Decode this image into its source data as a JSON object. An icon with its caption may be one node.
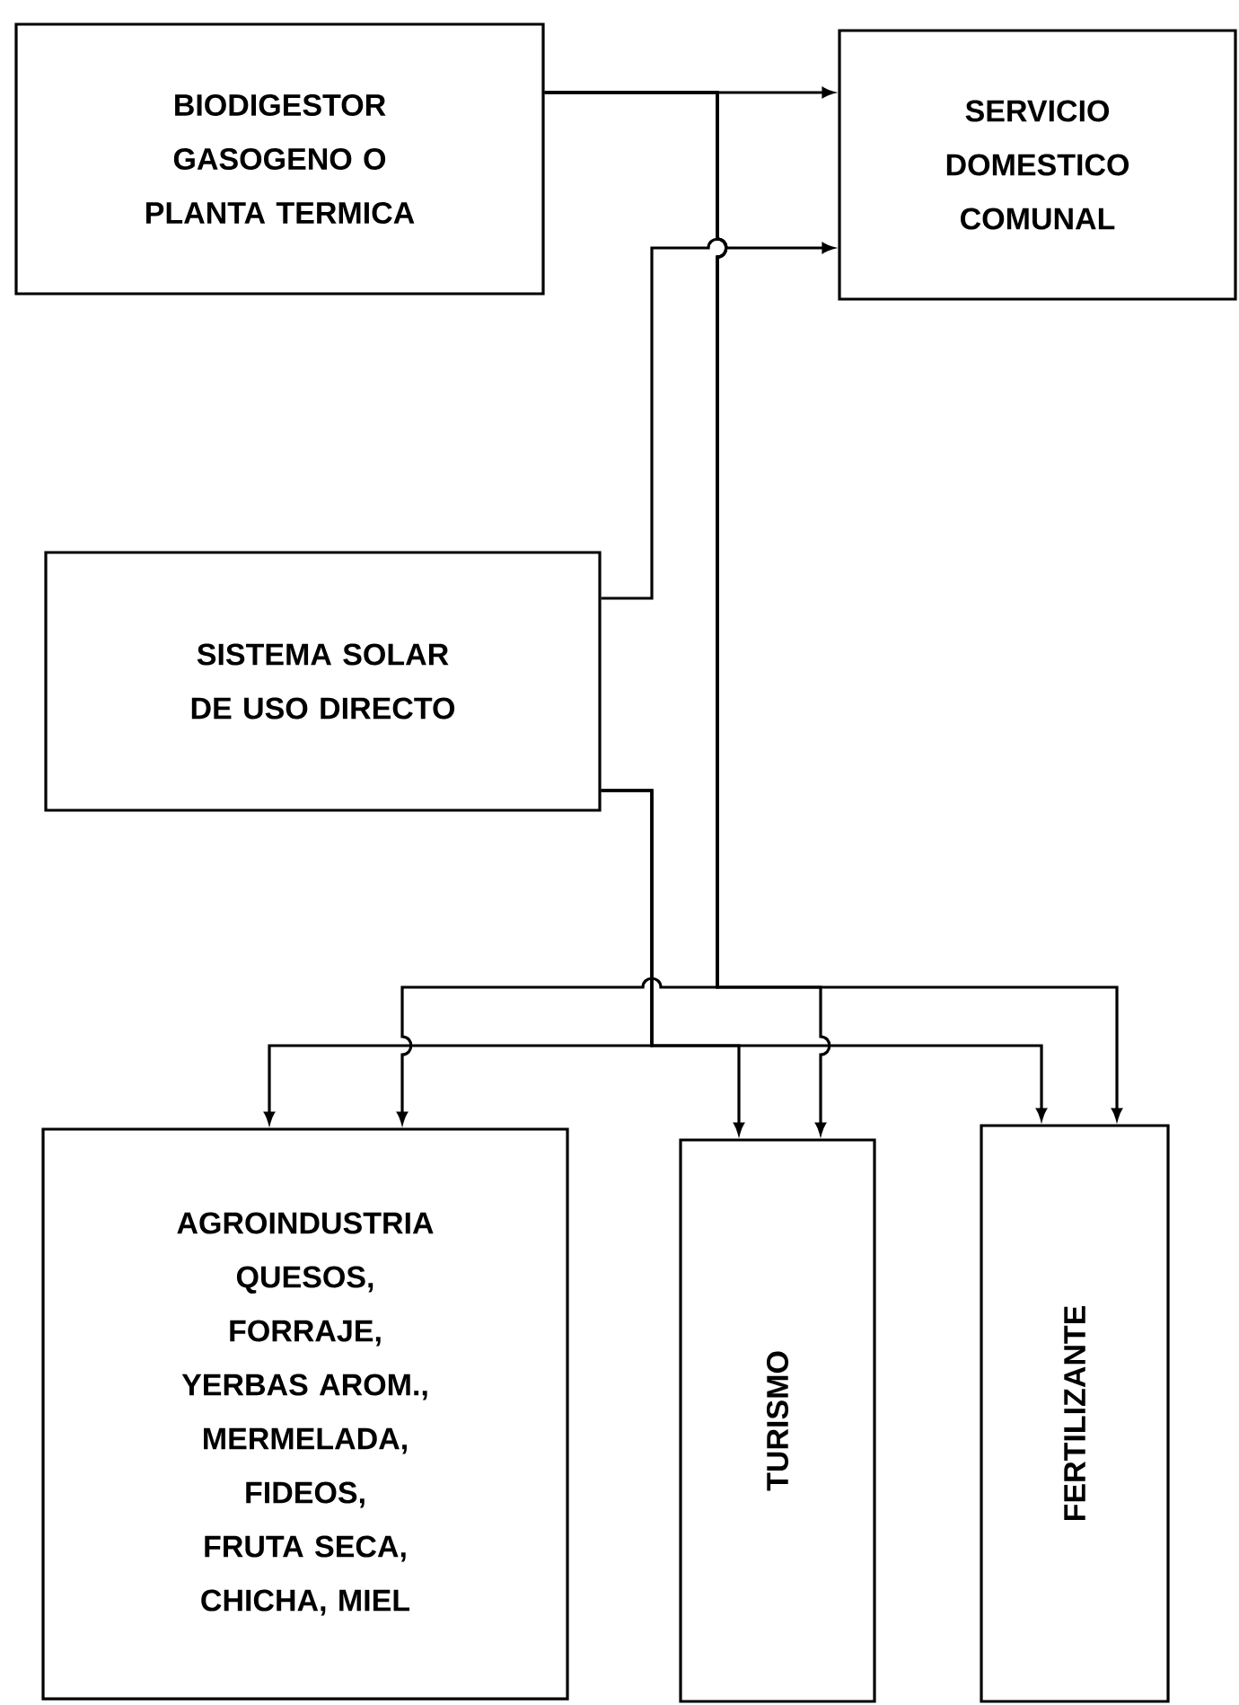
{
  "diagram": {
    "nodes": [
      {
        "text": [
          "BIODIGESTOR GASOGENO O PLANTA TERMICA"
        ]
      },
      {
        "text": [
          "SERVICIO DOMESTICO COMUNAL"
        ]
      },
      {
        "text": [
          "SISTEMA SOLAR DE USO DIRECTO"
        ]
      },
      {
        "text": [
          "AGROINDUSTRIA",
          "QUESOS, FORRAJE, YERBAS AROM., MERMELADA, FIDEOS, FRUTA SECA, CHICHA, MIEL"
        ]
      },
      {
        "text": [
          "TURISMO"
        ]
      },
      {
        "text": [
          "FERTILIZANTE"
        ]
      }
    ],
    "edges": [
      {
        "from": 0,
        "to": 1,
        "arrow": "to"
      },
      {
        "from": 0,
        "to": 3,
        "arrow": "to"
      },
      {
        "from": 0,
        "to": 4,
        "arrow": "to"
      },
      {
        "from": 0,
        "to": 5,
        "arrow": "to"
      },
      {
        "from": 2,
        "to": 1,
        "arrow": "to"
      },
      {
        "from": 2,
        "to": 3,
        "arrow": "to"
      },
      {
        "from": 2,
        "to": 4,
        "arrow": "to"
      },
      {
        "from": 2,
        "to": 5,
        "arrow": "to"
      }
    ]
  }
}
